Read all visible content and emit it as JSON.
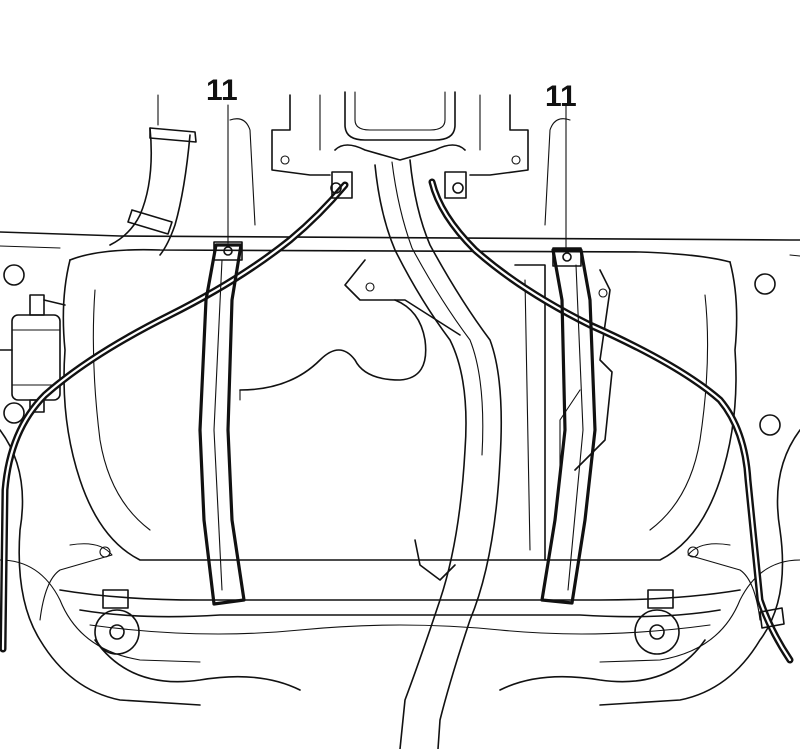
{
  "callouts": [
    {
      "id": "strap-left",
      "label": "11"
    },
    {
      "id": "strap-right",
      "label": "11"
    }
  ],
  "colors": {
    "line": "#111111",
    "background": "#ffffff"
  }
}
